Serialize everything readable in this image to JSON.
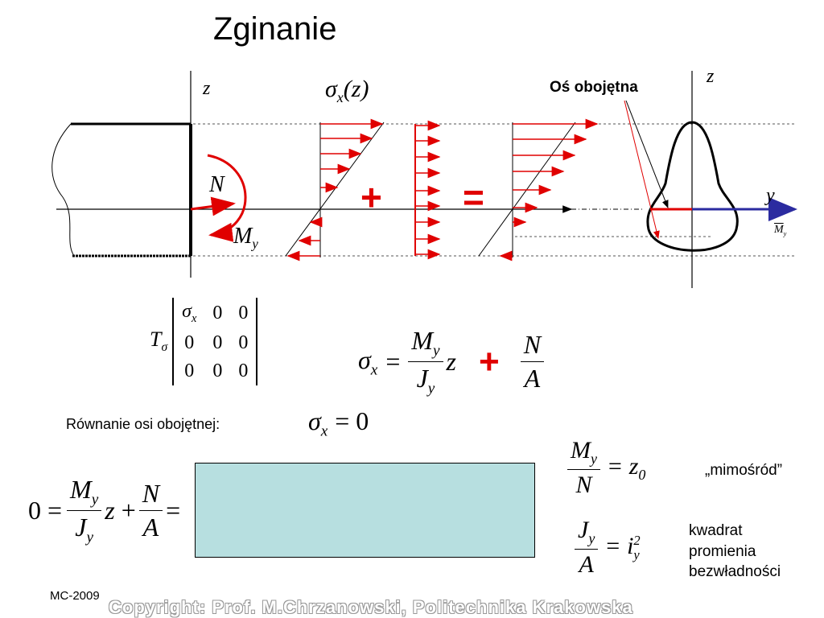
{
  "title": "Zginanie",
  "labels": {
    "z_left": "z",
    "z_right": "z",
    "y_right": "y",
    "sigma_head_sym": "σ",
    "sigma_head_sub": "x",
    "sigma_head_arg": "(z)",
    "N": "N",
    "M": "M",
    "M_sub": "y",
    "neutral_axis": "Oś obojętna",
    "My_vec": "M",
    "My_vec_sub": "y"
  },
  "operators": {
    "plus1": "+",
    "equals": "=",
    "plus2": "+"
  },
  "tensor": {
    "symbol": "T",
    "symbol_sub": "σ",
    "rows": [
      [
        "σx",
        "0",
        "0"
      ],
      [
        "0",
        "0",
        "0"
      ],
      [
        "0",
        "0",
        "0"
      ]
    ]
  },
  "formula_main": {
    "lhs": "σ",
    "lhs_sub": "x",
    "eq": "=",
    "num": "M",
    "num_sub": "y",
    "den": "J",
    "den_sub": "y",
    "var": "z",
    "plus": "+",
    "frac2_num": "N",
    "frac2_den": "A"
  },
  "neutral_eq": {
    "label": "Równanie osi obojętnej:",
    "lhs": "σ",
    "lhs_sub": "x",
    "rhs": "= 0"
  },
  "bottom_formula": {
    "lead": "0 =",
    "num": "M",
    "num_sub": "y",
    "den": "J",
    "den_sub": "y",
    "var": "z",
    "plus": "+",
    "frac2_num": "N",
    "frac2_den": "A",
    "trail": "="
  },
  "ecc": {
    "num": "M",
    "num_sub": "y",
    "den": "N",
    "rhs": "= z",
    "rhs_sub": "0",
    "note": "„mimośród”"
  },
  "radius": {
    "num": "J",
    "num_sub": "y",
    "den": "A",
    "rhs": "= i",
    "rhs_sup": "2",
    "rhs_sub": "y",
    "note_lines": [
      "kwadrat",
      "promienia",
      "bezwładności"
    ]
  },
  "footer": {
    "mc": "MC-2009",
    "copyright": "Copyright: Prof. M.Chrzanowski, Politechnika Krakowska"
  },
  "colors": {
    "arrow_red": "#e00000",
    "moment_blue": "#2b2ba0",
    "box_fill": "#b7dfe0"
  }
}
